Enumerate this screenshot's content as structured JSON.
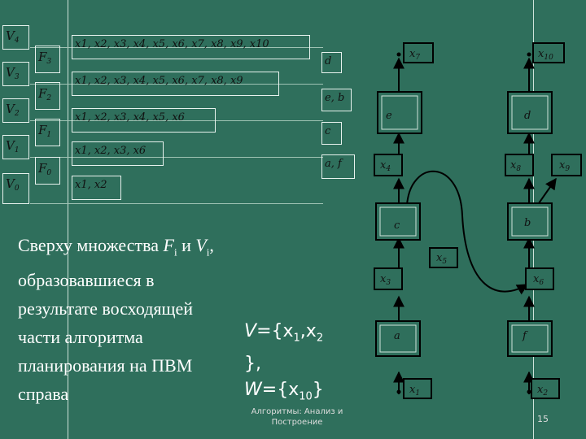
{
  "vsets": [
    {
      "letter": "V",
      "sub": "4"
    },
    {
      "letter": "V",
      "sub": "3"
    },
    {
      "letter": "V",
      "sub": "2"
    },
    {
      "letter": "V",
      "sub": "1"
    },
    {
      "letter": "V",
      "sub": "0"
    }
  ],
  "fsets": [
    {
      "letter": "F",
      "sub": "3"
    },
    {
      "letter": "F",
      "sub": "2"
    },
    {
      "letter": "F",
      "sub": "1"
    },
    {
      "letter": "F",
      "sub": "0"
    }
  ],
  "sets": [
    "x1, x2, x3, x4, x5, x6, x7, x8, x9, x10",
    "x1, x2, x3, x4, x5, x6, x7, x8, x9",
    "x1, x2, x3, x4, x5, x6",
    "x1, x2, x3, x6",
    "x1, x2"
  ],
  "ops_labels": [
    "d",
    "e, b",
    "c",
    "a, f"
  ],
  "text": {
    "p1": "Сверху множества",
    "p1_var": "F",
    "p1_sub": "i",
    "p2": "и",
    "p2_var": "V",
    "p2_sub": "i",
    "p3": ", образовавшиеся в результате восходящей части алгоритма планирования на ПВМ справа"
  },
  "formula": {
    "line1_var": "V",
    "line1_rest": "={x",
    "line1_sub1": "1",
    "line1_mid": ",x",
    "line1_sub2": "2",
    "line2": "},",
    "line3_var": "W",
    "line3_rest": "={x",
    "line3_sub": "10",
    "line3_end": "}"
  },
  "footer": {
    "label": "Алгоритмы: Анализ и Построение",
    "page": "15"
  },
  "graph": {
    "ops": [
      {
        "id": "e",
        "label": "e"
      },
      {
        "id": "d",
        "label": "d"
      },
      {
        "id": "c",
        "label": "c"
      },
      {
        "id": "b",
        "label": "b"
      },
      {
        "id": "a",
        "label": "a"
      },
      {
        "id": "f",
        "label": "f"
      }
    ],
    "data": [
      {
        "id": "x7",
        "letter": "x",
        "sub": "7"
      },
      {
        "id": "x10",
        "letter": "x",
        "sub": "10"
      },
      {
        "id": "x4",
        "letter": "x",
        "sub": "4"
      },
      {
        "id": "x8",
        "letter": "x",
        "sub": "8"
      },
      {
        "id": "x9",
        "letter": "x",
        "sub": "9"
      },
      {
        "id": "x5",
        "letter": "x",
        "sub": "5"
      },
      {
        "id": "x3",
        "letter": "x",
        "sub": "3"
      },
      {
        "id": "x6",
        "letter": "x",
        "sub": "6"
      },
      {
        "id": "x1",
        "letter": "x",
        "sub": "1"
      },
      {
        "id": "x2",
        "letter": "x",
        "sub": "2"
      }
    ]
  }
}
